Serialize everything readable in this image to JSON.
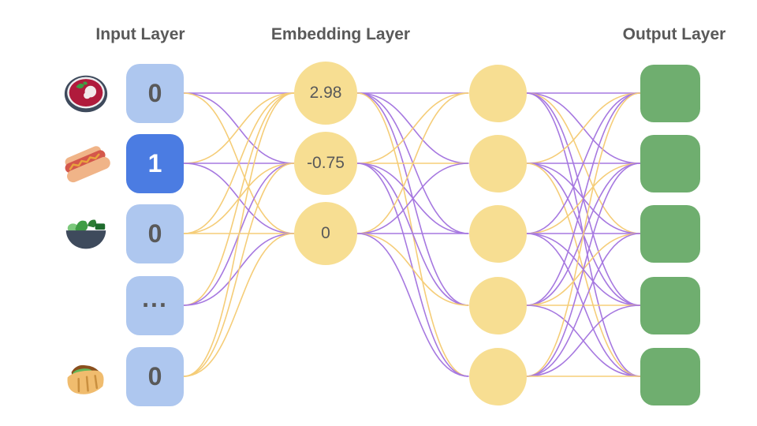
{
  "titles": {
    "input": "Input Layer",
    "embedding": "Embedding Layer",
    "output": "Output Layer"
  },
  "input_layer": {
    "nodes": [
      {
        "icon": "borscht-soup-icon",
        "value": "0",
        "active": false
      },
      {
        "icon": "hot-dog-icon",
        "value": "1",
        "active": true
      },
      {
        "icon": "salad-icon",
        "value": "0",
        "active": false
      },
      {
        "icon": null,
        "value": "...",
        "active": false
      },
      {
        "icon": "pita-icon",
        "value": "0",
        "active": false
      }
    ]
  },
  "embedding_layer": {
    "nodes": [
      {
        "value": "2.98"
      },
      {
        "value": "-0.75"
      },
      {
        "value": "0"
      }
    ]
  },
  "hidden_layer": {
    "node_count": 5
  },
  "output_layer": {
    "node_count": 5
  },
  "colors": {
    "input_box": "#aec7ef",
    "input_box_active": "#4b7ce2",
    "input_text": "#595959",
    "input_text_active": "#ffffff",
    "embedding_fill": "#f7de92",
    "embedding_text": "#595959",
    "hidden_fill": "#f7de92",
    "output_fill": "#6fae6f",
    "title_text": "#595959",
    "edge_purple": "#a678e0",
    "edge_yellow": "#f5cd78"
  },
  "edges": {
    "input_to_embedding": [
      {
        "from": 0,
        "to": 0,
        "color": "purple"
      },
      {
        "from": 0,
        "to": 1,
        "color": "purple"
      },
      {
        "from": 0,
        "to": 2,
        "color": "yellow"
      },
      {
        "from": 1,
        "to": 0,
        "color": "yellow"
      },
      {
        "from": 1,
        "to": 1,
        "color": "purple"
      },
      {
        "from": 1,
        "to": 2,
        "color": "purple"
      },
      {
        "from": 2,
        "to": 0,
        "color": "yellow"
      },
      {
        "from": 2,
        "to": 1,
        "color": "yellow"
      },
      {
        "from": 2,
        "to": 2,
        "color": "yellow"
      },
      {
        "from": 3,
        "to": 0,
        "color": "yellow"
      },
      {
        "from": 3,
        "to": 1,
        "color": "purple"
      },
      {
        "from": 3,
        "to": 2,
        "color": "purple"
      },
      {
        "from": 4,
        "to": 0,
        "color": "yellow"
      },
      {
        "from": 4,
        "to": 1,
        "color": "yellow"
      },
      {
        "from": 4,
        "to": 2,
        "color": "yellow"
      }
    ],
    "embedding_to_hidden": [
      {
        "from": 0,
        "to": 0,
        "color": "purple"
      },
      {
        "from": 0,
        "to": 1,
        "color": "purple"
      },
      {
        "from": 0,
        "to": 2,
        "color": "purple"
      },
      {
        "from": 0,
        "to": 3,
        "color": "purple"
      },
      {
        "from": 0,
        "to": 4,
        "color": "yellow"
      },
      {
        "from": 1,
        "to": 0,
        "color": "yellow"
      },
      {
        "from": 1,
        "to": 1,
        "color": "yellow"
      },
      {
        "from": 1,
        "to": 2,
        "color": "purple"
      },
      {
        "from": 1,
        "to": 3,
        "color": "purple"
      },
      {
        "from": 1,
        "to": 4,
        "color": "purple"
      },
      {
        "from": 2,
        "to": 0,
        "color": "yellow"
      },
      {
        "from": 2,
        "to": 1,
        "color": "purple"
      },
      {
        "from": 2,
        "to": 2,
        "color": "purple"
      },
      {
        "from": 2,
        "to": 3,
        "color": "yellow"
      },
      {
        "from": 2,
        "to": 4,
        "color": "purple"
      }
    ],
    "hidden_to_output": [
      {
        "from": 0,
        "to": 0,
        "color": "purple"
      },
      {
        "from": 0,
        "to": 1,
        "color": "purple"
      },
      {
        "from": 0,
        "to": 2,
        "color": "yellow"
      },
      {
        "from": 0,
        "to": 3,
        "color": "purple"
      },
      {
        "from": 0,
        "to": 4,
        "color": "purple"
      },
      {
        "from": 1,
        "to": 0,
        "color": "yellow"
      },
      {
        "from": 1,
        "to": 1,
        "color": "purple"
      },
      {
        "from": 1,
        "to": 2,
        "color": "purple"
      },
      {
        "from": 1,
        "to": 3,
        "color": "purple"
      },
      {
        "from": 1,
        "to": 4,
        "color": "yellow"
      },
      {
        "from": 2,
        "to": 0,
        "color": "purple"
      },
      {
        "from": 2,
        "to": 1,
        "color": "yellow"
      },
      {
        "from": 2,
        "to": 2,
        "color": "purple"
      },
      {
        "from": 2,
        "to": 3,
        "color": "purple"
      },
      {
        "from": 2,
        "to": 4,
        "color": "purple"
      },
      {
        "from": 3,
        "to": 0,
        "color": "purple"
      },
      {
        "from": 3,
        "to": 1,
        "color": "purple"
      },
      {
        "from": 3,
        "to": 2,
        "color": "yellow"
      },
      {
        "from": 3,
        "to": 3,
        "color": "yellow"
      },
      {
        "from": 3,
        "to": 4,
        "color": "purple"
      },
      {
        "from": 4,
        "to": 0,
        "color": "yellow"
      },
      {
        "from": 4,
        "to": 1,
        "color": "purple"
      },
      {
        "from": 4,
        "to": 2,
        "color": "purple"
      },
      {
        "from": 4,
        "to": 3,
        "color": "purple"
      },
      {
        "from": 4,
        "to": 4,
        "color": "yellow"
      }
    ]
  }
}
